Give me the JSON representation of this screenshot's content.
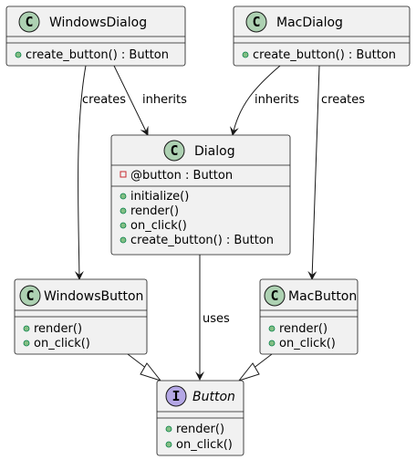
{
  "colors": {
    "box_fill": "#F1F1F1",
    "border": "#181818",
    "class_badge": "#ADD1B2",
    "interface_badge": "#B4A7E5",
    "public_method": "#84BE84",
    "private_field": "#C82930"
  },
  "icons": {
    "class_badge": "class-badge-icon",
    "interface_badge": "interface-badge-icon",
    "public_marker": "public-method-icon",
    "private_marker": "private-field-icon"
  },
  "badges": {
    "class_letter": "C",
    "interface_letter": "I"
  },
  "classes": {
    "windows_dialog": {
      "name": "WindowsDialog",
      "fields": [],
      "methods": [
        "create_button() : Button"
      ]
    },
    "mac_dialog": {
      "name": "MacDialog",
      "fields": [],
      "methods": [
        "create_button() : Button"
      ]
    },
    "dialog": {
      "name": "Dialog",
      "fields": [
        "@button : Button"
      ],
      "methods": [
        "initialize()",
        "render()",
        "on_click()",
        "create_button() : Button"
      ]
    },
    "windows_button": {
      "name": "WindowsButton",
      "fields": [],
      "methods": [
        "render()",
        "on_click()"
      ]
    },
    "mac_button": {
      "name": "MacButton",
      "fields": [],
      "methods": [
        "render()",
        "on_click()"
      ]
    },
    "button": {
      "name": "Button",
      "stereotype": "interface",
      "fields": [],
      "methods": [
        "render()",
        "on_click()"
      ]
    }
  },
  "relations": [
    {
      "from": "WindowsDialog",
      "to": "WindowsButton",
      "label": "creates",
      "kind": "association"
    },
    {
      "from": "WindowsDialog",
      "to": "Dialog",
      "label": "inherits",
      "kind": "association"
    },
    {
      "from": "MacDialog",
      "to": "Dialog",
      "label": "inherits",
      "kind": "association"
    },
    {
      "from": "MacDialog",
      "to": "MacButton",
      "label": "creates",
      "kind": "association"
    },
    {
      "from": "Dialog",
      "to": "Button",
      "label": "uses",
      "kind": "association"
    },
    {
      "from": "WindowsButton",
      "to": "Button",
      "label": "",
      "kind": "realization"
    },
    {
      "from": "MacButton",
      "to": "Button",
      "label": "",
      "kind": "realization"
    }
  ]
}
